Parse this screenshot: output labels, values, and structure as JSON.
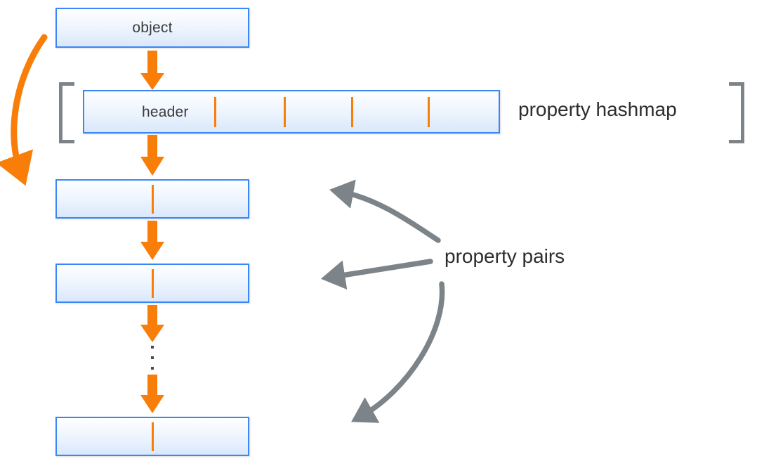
{
  "diagram": {
    "title": "object property hashmap and property pairs layout",
    "colors": {
      "box_border": "#3b86f7",
      "box_fill_top": "#fdfeff",
      "box_fill_bottom": "#dae8fb",
      "orange": "#f97d09",
      "gray": "#7c8489",
      "text": "#2d2d2d",
      "dot": "#4b4b4b"
    },
    "nodes": [
      {
        "id": "object",
        "label": "object"
      },
      {
        "id": "header",
        "label": "header"
      },
      {
        "id": "pair-1",
        "label": ""
      },
      {
        "id": "pair-2",
        "label": ""
      },
      {
        "id": "pair-n",
        "label": ""
      }
    ],
    "annotations": [
      {
        "id": "property-hashmap",
        "label": "property hashmap"
      },
      {
        "id": "property-pairs",
        "label": "property pairs"
      }
    ],
    "hashmap": {
      "slot_divider_count": 4,
      "label": "property hashmap"
    },
    "pairs": {
      "label": "property pairs",
      "pointer_count": 3
    },
    "ellipsis": {
      "dot_count": 3
    }
  }
}
